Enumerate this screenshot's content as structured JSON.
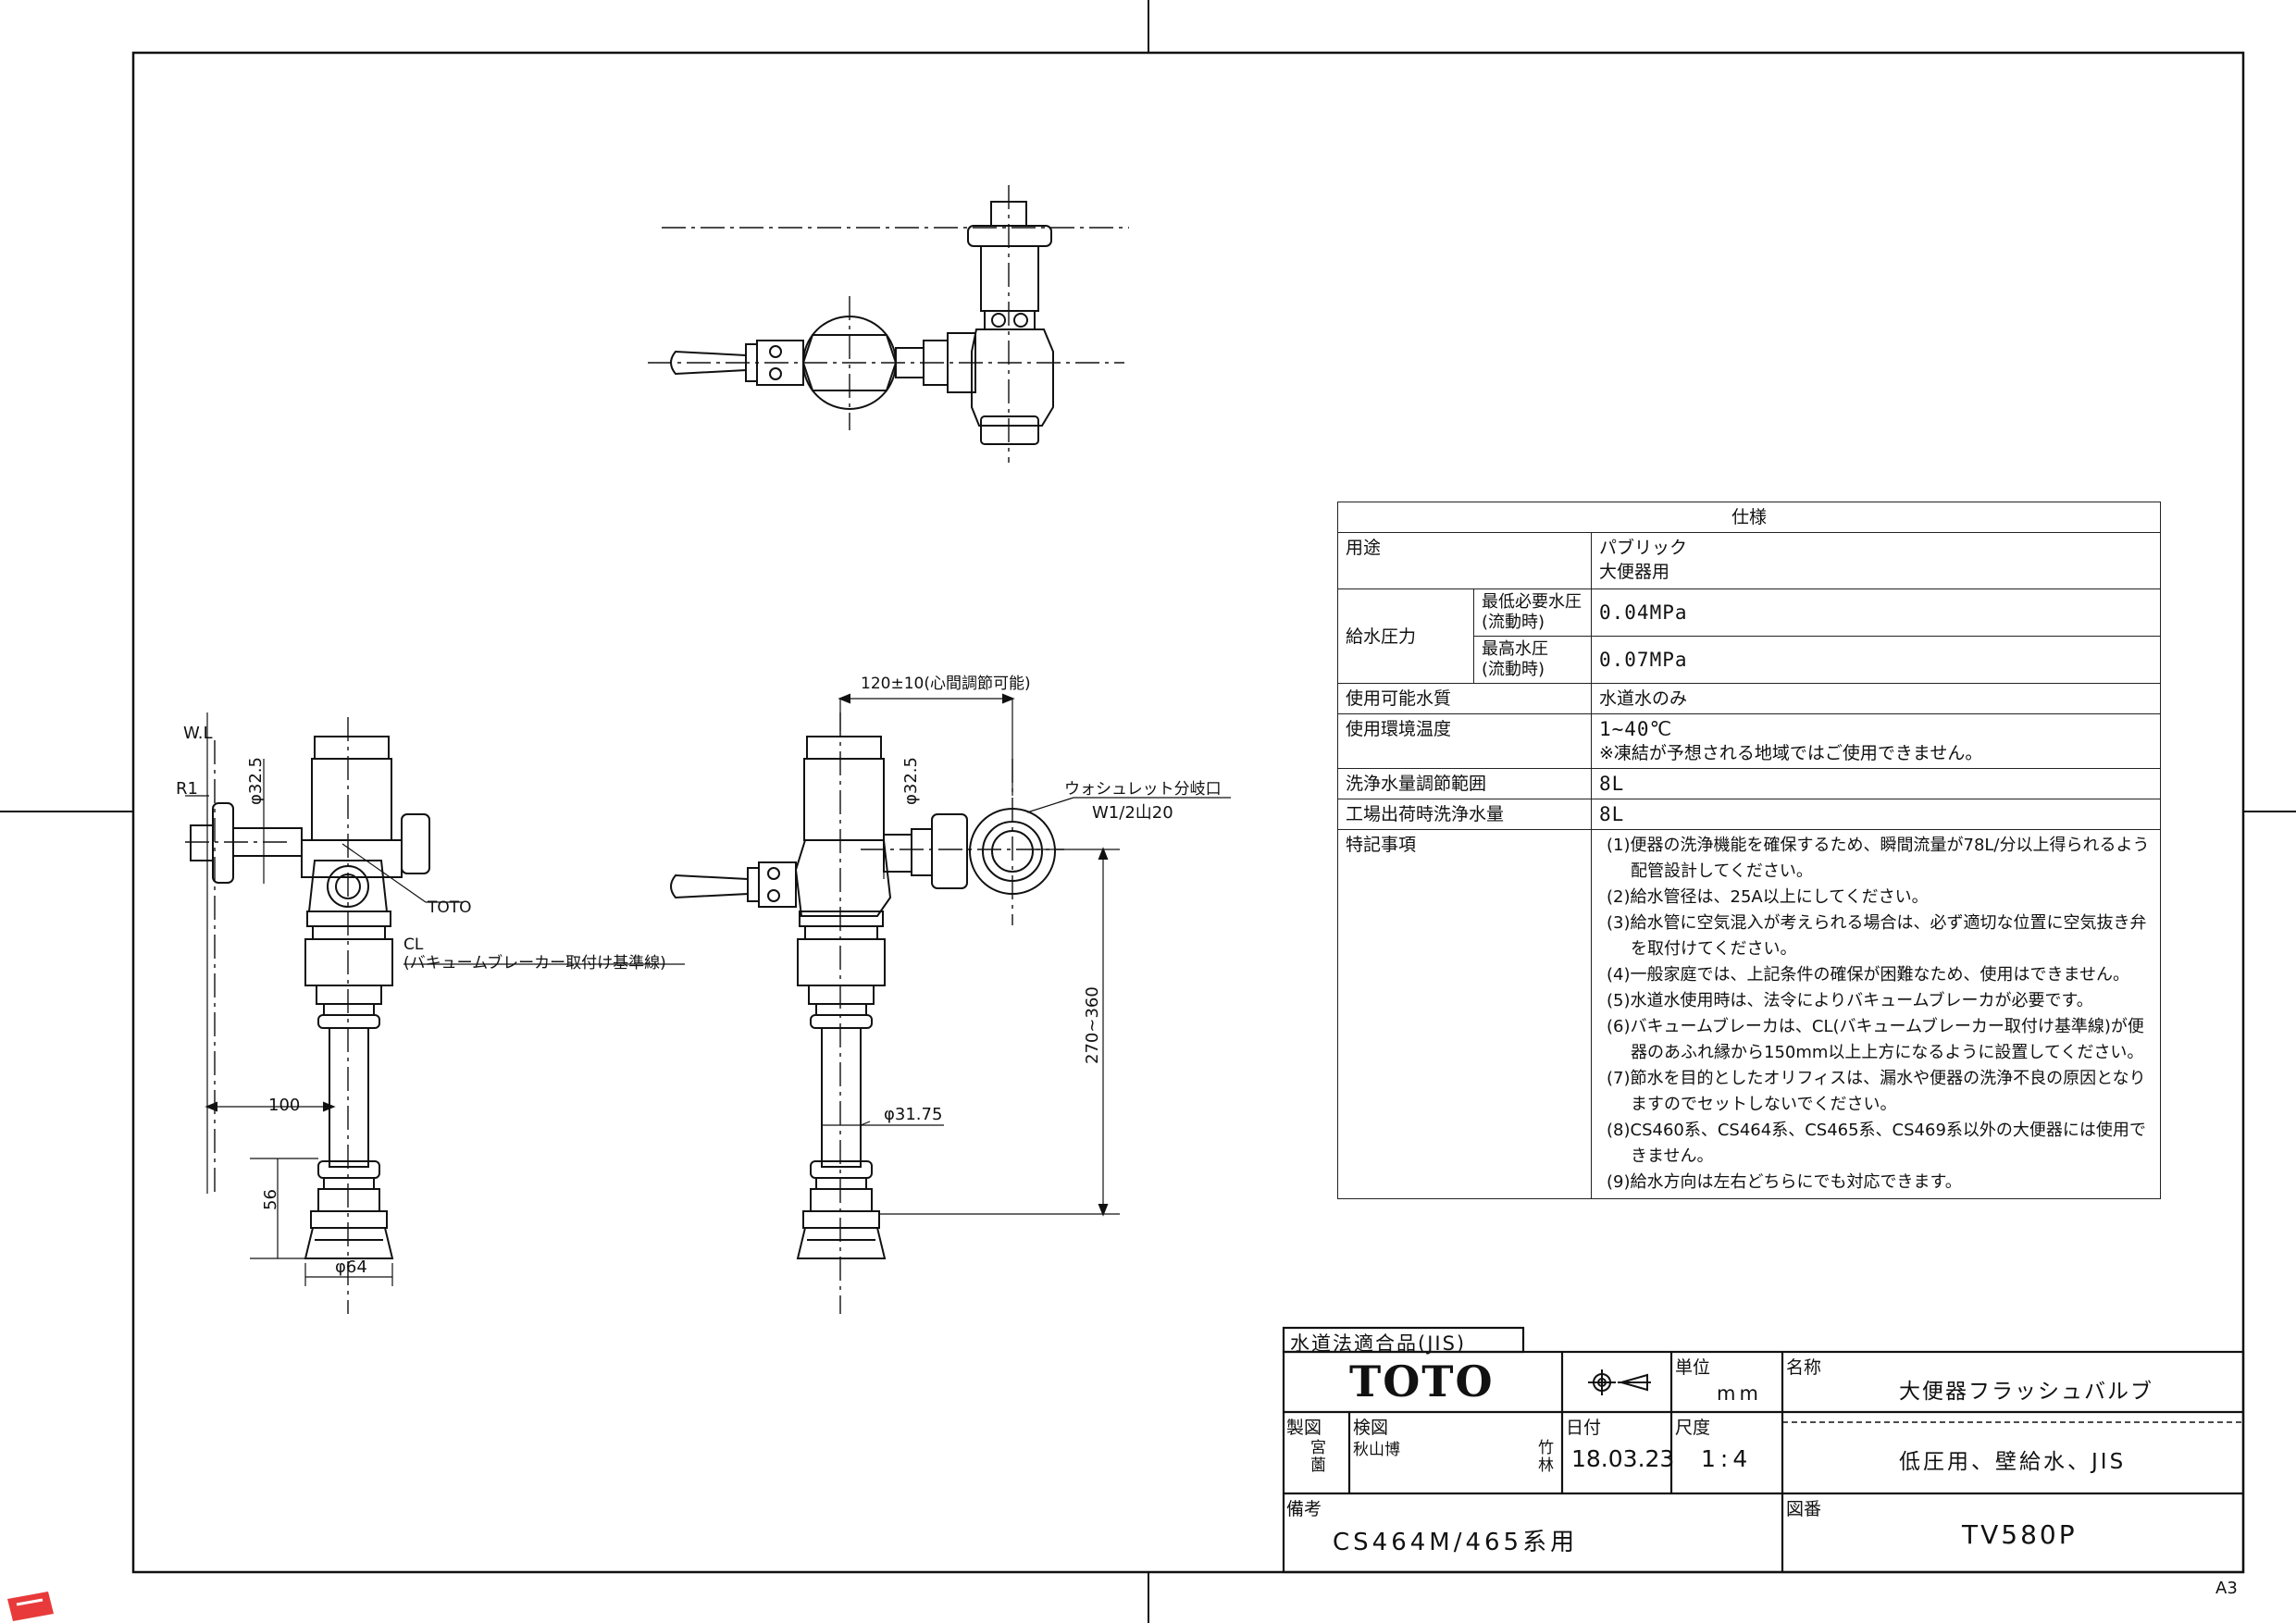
{
  "spec": {
    "title": "仕様",
    "usage_label": "用途",
    "usage_values": [
      "パブリック",
      "大便器用"
    ],
    "pressure_label": "給水圧力",
    "min_pressure_label": "最低必要水圧\n(流動時)",
    "min_pressure_value": "0.04MPa",
    "max_pressure_label": "最高水圧\n(流動時)",
    "max_pressure_value": "0.07MPa",
    "water_quality_label": "使用可能水質",
    "water_quality_value": "水道水のみ",
    "temperature_label": "使用環境温度",
    "temperature_value": "1~40℃",
    "temperature_note": "※凍結が予想される地域ではご使用できません。",
    "flush_range_label": "洗浄水量調節範囲",
    "flush_range_value": "8L",
    "factory_flush_label": "工場出荷時洗浄水量",
    "factory_flush_value": "8L",
    "notes_label": "特記事項",
    "notes": [
      "(1)便器の洗浄機能を確保するため、瞬間流量が78L/分以上得られるよう配管設計してください。",
      "(2)給水管径は、25A以上にしてください。",
      "(3)給水管に空気混入が考えられる場合は、必ず適切な位置に空気抜き弁を取付けてください。",
      "(4)一般家庭では、上記条件の確保が困難なため、使用はできません。",
      "(5)水道水使用時は、法令によりバキュームブレーカが必要です。",
      "(6)バキュームブレーカは、CL(バキュームブレーカー取付け基準線)が便器のあふれ縁から150mm以上上方になるように設置してください。",
      "(7)節水を目的としたオリフィスは、漏水や便器の洗浄不良の原因となりますのでセットしないでください。",
      "(8)CS460系、CS464系、CS465系、CS469系以外の大便器には使用できません。",
      "(9)給水方向は左右どちらにでも対応できます。"
    ]
  },
  "dims": {
    "wl": "W.L",
    "r1": "R1",
    "phi325_a": "φ32.5",
    "toto": "TOTO",
    "cl": "CL",
    "cl_note": "(バキュームブレーカー取付け基準線)",
    "d100": "100",
    "d56": "56",
    "phi64": "φ64",
    "d120": "120±10(心間調節可能)",
    "phi325_b": "φ32.5",
    "washlet": "ウォシュレット分岐口",
    "w12": "W1/2山20",
    "d270": "270~360",
    "phi3175": "φ31.75"
  },
  "titleblock": {
    "jis": "水道法適合品(JIS)",
    "brand": "TOTO",
    "unit_label": "単位",
    "unit_value": "mm",
    "name_label": "名称",
    "name_value": "大便器フラッシュバルブ",
    "drawn_label": "製図",
    "drawn_names": "宮薗",
    "checked_label": "検図",
    "checked_names": "秋山博",
    "approved_names": "竹林",
    "date_label": "日付",
    "date_value": "18.03.23",
    "scale_label": "尺度",
    "scale_value": "1:4",
    "desc_value": "低圧用、壁給水、JIS",
    "remarks_label": "備考",
    "remarks_value": "CS464M/465系用",
    "drawing_no_label": "図番",
    "drawing_no_value": "TV580P",
    "sheet_size": "A3"
  }
}
